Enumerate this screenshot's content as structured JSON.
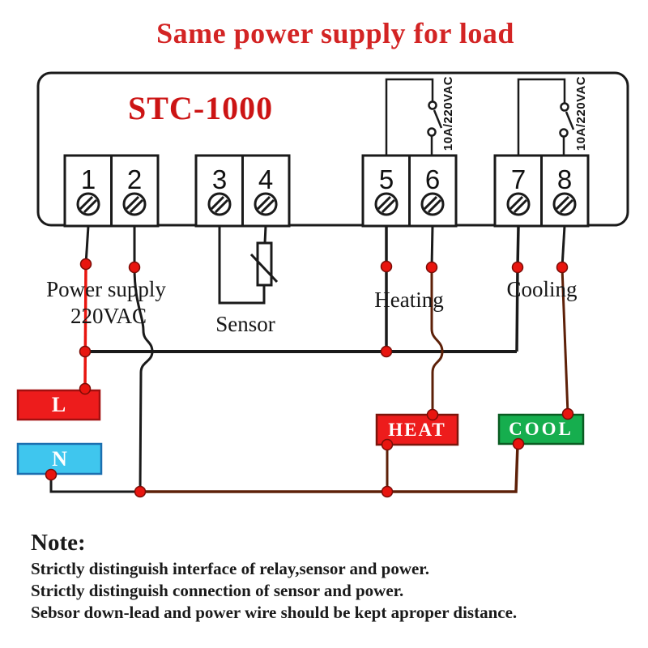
{
  "title": "Same power supply for load",
  "device": {
    "model": "STC-1000",
    "terminals": [
      "1",
      "2",
      "3",
      "4",
      "5",
      "6",
      "7",
      "8"
    ],
    "relay_rating": "10A/220VAC"
  },
  "labels": {
    "power_supply": "Power supply",
    "power_voltage": "220VAC",
    "sensor": "Sensor",
    "heating": "Heating",
    "cooling": "Cooling"
  },
  "loads": {
    "live_label": "L",
    "neutral_label": "N",
    "heat_label": "HEAT",
    "cool_label": "COOL"
  },
  "note": {
    "heading": "Note:",
    "lines": [
      "Strictly distinguish interface of relay,sensor and power.",
      "Strictly distinguish connection of sensor and power.",
      "Sebsor down-lead and power wire should be kept aproper distance."
    ]
  },
  "colors": {
    "title_red": "#d32424",
    "model_red": "#cc1414",
    "wire_black": "#1a1a1a",
    "wire_red": "#e8150f",
    "wire_maroon": "#5d2008",
    "junction_dot": "#e8150f",
    "live_box_fill": "#ed1c1c",
    "neutral_box_fill": "#3fc6ee",
    "heat_box_fill": "#ed1c1c",
    "cool_box_fill": "#16ae4e"
  }
}
